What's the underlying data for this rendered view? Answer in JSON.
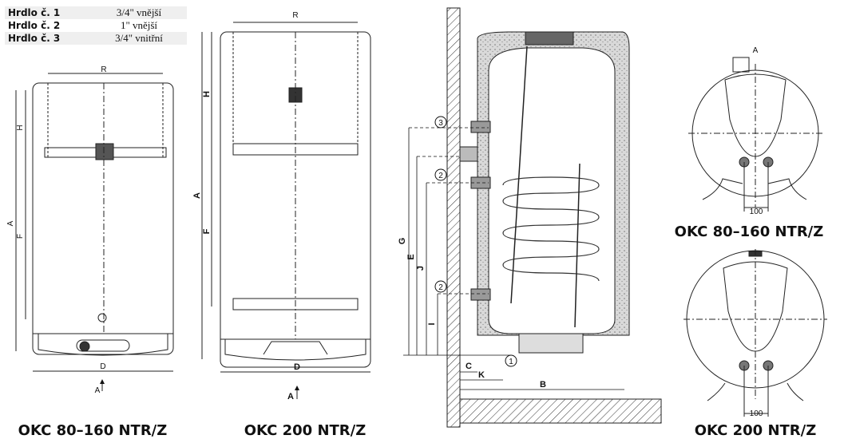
{
  "connections_table": [
    {
      "name": "Hrdlo č. 1",
      "value": "3/4\" vnější"
    },
    {
      "name": "Hrdlo č. 2",
      "value": "1\" vnější"
    },
    {
      "name": "Hrdlo č. 3",
      "value": "3/4\" vnitřní"
    }
  ],
  "front_view_small": {
    "caption": "OKC 80–160 NTR/Z",
    "dims": {
      "R": "R",
      "H": "H",
      "A": "A",
      "F": "F",
      "D": "D",
      "view": "A"
    }
  },
  "front_view_large": {
    "caption": "OKC 200 NTR/Z",
    "dims": {
      "R": "R",
      "H": "H",
      "A": "A",
      "F": "F",
      "D": "D",
      "view": "A"
    }
  },
  "section_view": {
    "dims": {
      "G": "G",
      "E": "E",
      "J": "J",
      "I": "I",
      "C": "C",
      "K": "K",
      "B": "B"
    },
    "ports": [
      "3",
      "2",
      "2",
      "1"
    ]
  },
  "bottom_view_small": {
    "caption": "OKC 80–160 NTR/Z",
    "spacing": "100",
    "view": "A"
  },
  "bottom_view_large": {
    "caption": "OKC 200 NTR/Z",
    "spacing": "100"
  }
}
